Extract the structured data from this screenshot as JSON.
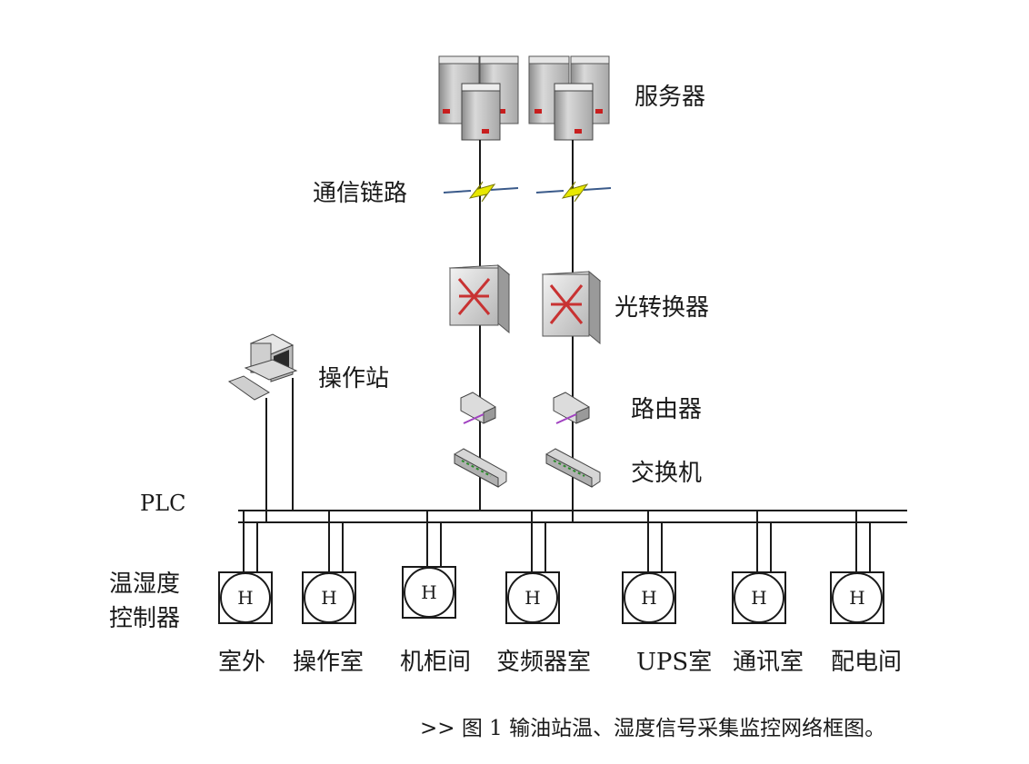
{
  "labels": {
    "server": "服务器",
    "comm_link": "通信链路",
    "optical_converter": "光转换器",
    "operator_station": "操作站",
    "router": "路由器",
    "switch": "交换机",
    "plc": "PLC",
    "controller_line1": "温湿度",
    "controller_line2": "控制器"
  },
  "controller_symbol": "H",
  "rooms": [
    "室外",
    "操作室",
    "机柜间",
    "变频器室",
    "UPS室",
    "通讯室",
    "配电间"
  ],
  "caption": ">> 图 1   输油站温、湿度信号采集监控网络框图。",
  "colors": {
    "line": "#1a1a1a",
    "lightning": "#e8e800",
    "server_gray": "#b8b8b8",
    "accent_red": "#c81e1e"
  }
}
